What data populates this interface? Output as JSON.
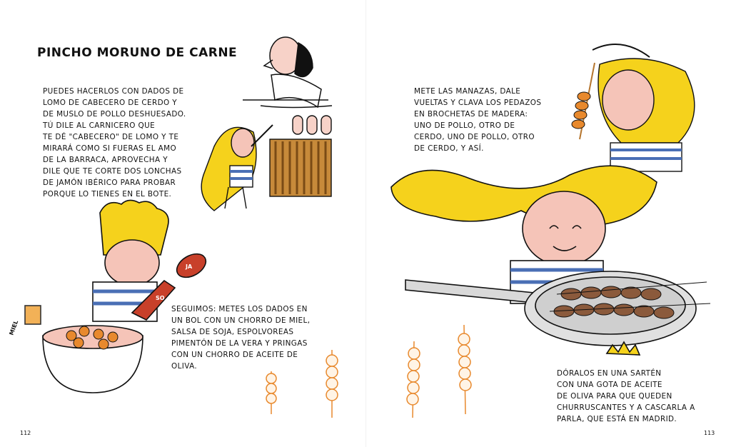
{
  "page": {
    "title": "PINCHO MORUNO DE CARNE",
    "paragraphs": [
      "PUEDES HACERLOS CON DADOS DE\nLOMO DE CABECERO DE CERDO Y\nDE MUSLO DE POLLO DESHUESADO.\nTÚ DILE AL CARNICERO QUE\nTE DÉ \"CABECERO\" DE LOMO Y TE\nMIRARÁ COMO SI FUERAS EL AMO\nDE LA BARRACA, APROVECHA Y\nDILE QUE TE CORTE DOS LONCHAS\nDE JAMÓN IBÉRICO PARA PROBAR\nPORQUE LO TIENES EN EL BOTE.",
      "SEGUIMOS: METES LOS DADOS EN\nUN BOL CON UN CHORRO DE MIEL,\nSALSA DE SOJA, ESPOLVOREAS\nPIMENTÓN DE LA VERA Y PRINGAS\nCON UN CHORRO DE ACEITE DE\nOLIVA.",
      "METE LAS MANAZAS, DALE\nVUELTAS Y CLAVA LOS PEDAZOS\nEN BROCHETAS DE MADERA:\nUNO DE POLLO, OTRO DE\nCERDO, UNO DE POLLO, OTRO\nDE CERDO, Y ASÍ.",
      "DÓRALOS EN UNA SARTÉN\nCON UNA GOTA DE ACEITE\nDE OLIVA PARA QUE QUEDEN\nCHURRUSCANTES Y A CASCARLA A\nPARLA, QUE ESTÁ EN MADRID."
    ],
    "labels": {
      "honey": "MIEL",
      "soy1": "SO",
      "soy2": "JA"
    },
    "folios": {
      "left": "112",
      "right": "113"
    },
    "colors": {
      "yellow": "#f5d21c",
      "skin": "#f5c4b8",
      "orange": "#e8892d",
      "stripe": "#4a6fb5",
      "wood": "#b5752e"
    }
  }
}
